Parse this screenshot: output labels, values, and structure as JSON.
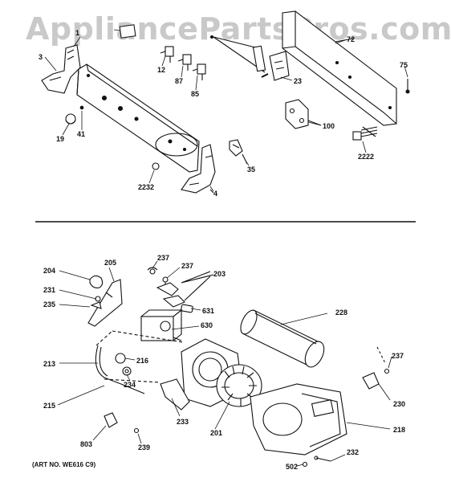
{
  "watermark": "AppliancePartsPros.com",
  "art_number": "(ART NO. WE616 C9)",
  "labels": {
    "p1": "1",
    "p3": "3",
    "p12": "12",
    "p87": "87",
    "p85": "85",
    "p72": "72",
    "p75": "75",
    "p23": "23",
    "p100": "100",
    "p2222": "2222",
    "p19": "19",
    "p41": "41",
    "p2232": "2232",
    "p4": "4",
    "p35": "35",
    "p204": "204",
    "p205": "205",
    "p237a": "237",
    "p237b": "237",
    "p203": "203",
    "p231": "231",
    "p235": "235",
    "p631": "631",
    "p630": "630",
    "p228": "228",
    "p213": "213",
    "p216": "216",
    "p234": "234",
    "p237c": "237",
    "p215": "215",
    "p233": "233",
    "p201": "201",
    "p230": "230",
    "p218": "218",
    "p803": "803",
    "p239": "239",
    "p232": "232",
    "p502": "502"
  }
}
